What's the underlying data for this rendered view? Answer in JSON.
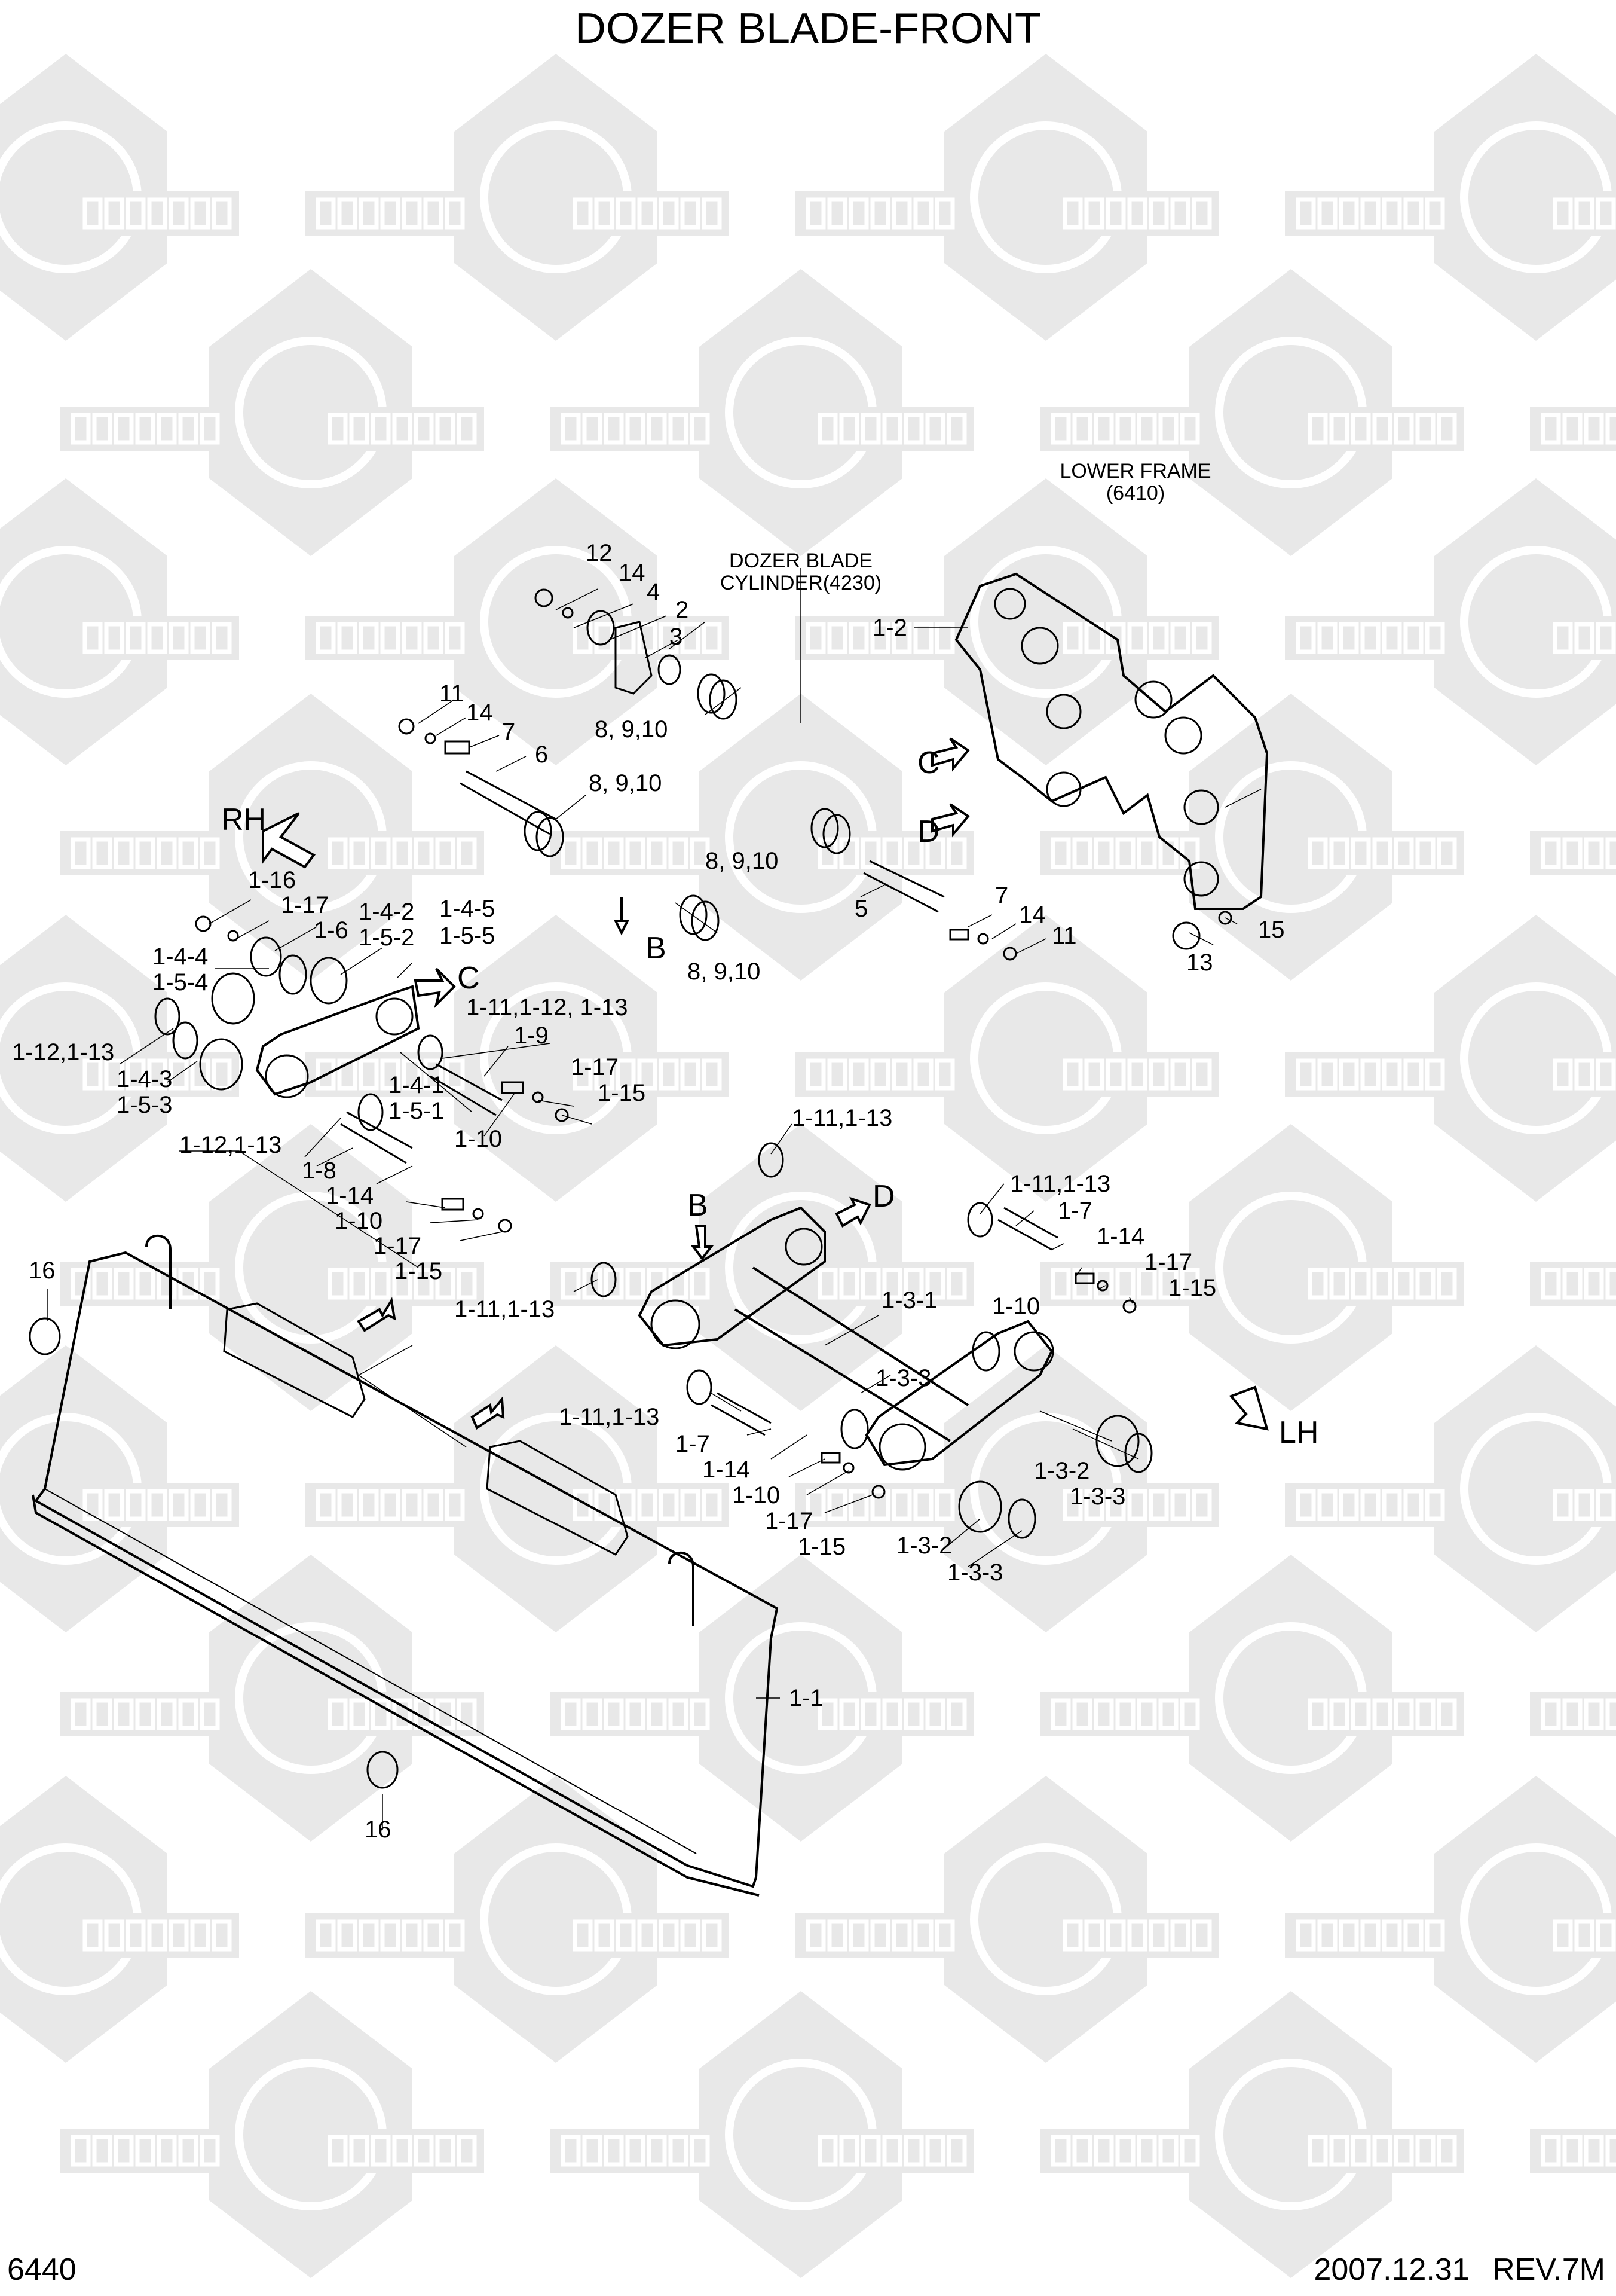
{
  "header": {
    "title": "DOZER BLADE-FRONT"
  },
  "footer": {
    "page_code": "6440",
    "date": "2007.12.31",
    "revision": "REV.7M"
  },
  "watermark": {
    "text_latin": "COMPART",
    "text_cyrillic": "КОМПАРТ",
    "color": "#e8e8e8"
  },
  "references": {
    "lower_frame": {
      "line1": "LOWER FRAME",
      "line2": "(6410)"
    },
    "dozer_cylinder": {
      "line1": "DOZER BLADE",
      "line2": "CYLINDER(4230)"
    }
  },
  "view_markers": {
    "rh": "RH",
    "lh": "LH",
    "b1": "B",
    "b2": "B",
    "c1": "C",
    "c2": "C",
    "d1": "D",
    "d2": "D"
  },
  "callouts": {
    "c12": "12",
    "c14a": "14",
    "c4": "4",
    "c2": "2",
    "c3": "3",
    "c8910a": "8, 9,10",
    "c1_2": "1-2",
    "c11a": "11",
    "c14b": "14",
    "c7a": "7",
    "c6": "6",
    "c8910b": "8, 9,10",
    "c8910c": "8, 9,10",
    "c8910d": "8, 9,10",
    "c5": "5",
    "c7b": "7",
    "c14c": "14",
    "c11b": "11",
    "c13": "13",
    "c15": "15",
    "c1_16": "1-16",
    "c1_17a": "1-17",
    "c1_6": "1-6",
    "c1_4_2": "1-4-2",
    "c1_5_2": "1-5-2",
    "c1_4_5": "1-4-5",
    "c1_5_5": "1-5-5",
    "c1_4_4": "1-4-4",
    "c1_5_4": "1-5-4",
    "c1_12_13a": "1-12,1-13",
    "c1_4_3": "1-4-3",
    "c1_5_3": "1-5-3",
    "c1_11_12_13": "1-11,1-12, 1-13",
    "c1_9": "1-9",
    "c1_17b": "1-17",
    "c1_15a": "1-15",
    "c1_4_1": "1-4-1",
    "c1_5_1": "1-5-1",
    "c1_10a": "1-10",
    "c1_12_13b": "1-12,1-13",
    "c1_8": "1-8",
    "c1_14a": "1-14",
    "c1_10b": "1-10",
    "c1_17c": "1-17",
    "c1_15b": "1-15",
    "c1_11_13a": "1-11,1-13",
    "c1_11_13b": "1-11,1-13",
    "c1_7a": "1-7",
    "c1_14b": "1-14",
    "c1_17d": "1-17",
    "c1_15c": "1-15",
    "c1_10c": "1-10",
    "c16a": "16",
    "c1_11_13c": "1-11,1-13",
    "c1_3_1": "1-3-1",
    "c1_3_3a": "1-3-3",
    "c1_11_13d": "1-11,1-13",
    "c1_7b": "1-7",
    "c1_14c": "1-14",
    "c1_10d": "1-10",
    "c1_17e": "1-17",
    "c1_15d": "1-15",
    "c1_3_2a": "1-3-2",
    "c1_3_3b": "1-3-3",
    "c1_3_2b": "1-3-2",
    "c1_3_3c": "1-3-3",
    "c1_1": "1-1",
    "c16b": "16"
  }
}
